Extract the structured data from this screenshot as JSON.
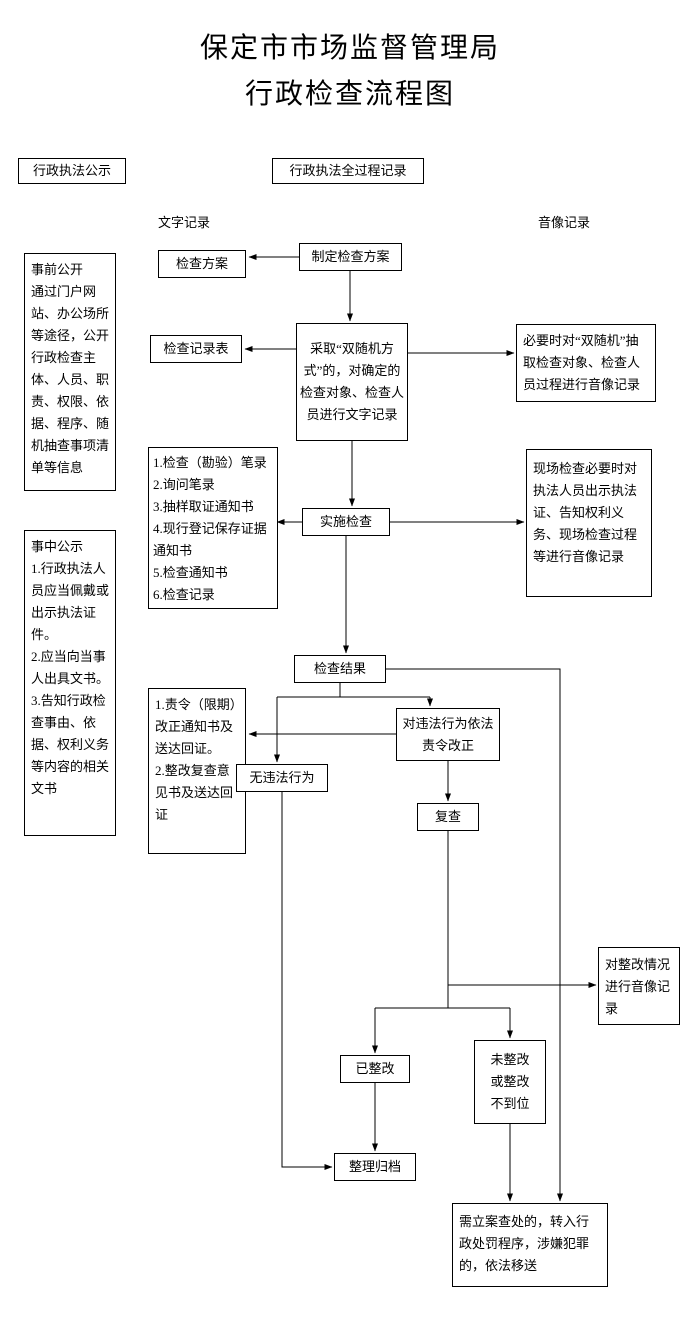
{
  "title": {
    "line1": "保定市市场监督管理局",
    "line2": "行政检查流程图"
  },
  "headers": {
    "publicity": "行政执法公示",
    "full_process_record": "行政执法全过程记录",
    "text_record": "文字记录",
    "audio_video_record": "音像记录"
  },
  "nodes": {
    "make_plan": "制定检查方案",
    "inspection_plan": "检查方案",
    "pre_disclosure": "事前公开\n通过门户网站、办公场所等途径，公开行政检查主体、人员、职责、权限、依据、程序、随机抽查事项清单等信息",
    "record_form": "检查记录表",
    "double_random": "采取“双随机方式”的，对确定的检查对象、检查人员进行文字记录",
    "av_double_random": "必要时对“双随机”抽取检查对象、检查人员过程进行音像记录",
    "document_list": "1.检查（勘验）笔录\n2.询问笔录\n3.抽样取证通知书\n4.现行登记保存证据通知书\n5.检查通知书\n6.检查记录",
    "implement_inspection": "实施检查",
    "onsite_av_record": "现场检查必要时对执法人员出示执法证、告知权利义务、现场检查过程等进行音像记录",
    "mid_disclosure": "事中公示\n1.行政执法人员应当佩戴或出示执法证件。\n2.应当向当事人出具文书。\n3.告知行政检查事由、依据、权利义务等内容的相关文书",
    "inspection_result": "检查结果",
    "correction_documents": "1.责令（限期）改正通知书及送达回证。\n2.整改复查意见书及送达回证",
    "no_violation": "无违法行为",
    "order_correction": "对违法行为依法责令改正",
    "recheck": "复查",
    "rectification_av_record": "对整改情况进行音像记录",
    "rectified": "已整改",
    "not_rectified": "未整改\n或整改\n不到位",
    "archive": "整理归档",
    "case_filing": "需立案查处的，转入行政处罚程序，涉嫌犯罪的，依法移送"
  }
}
